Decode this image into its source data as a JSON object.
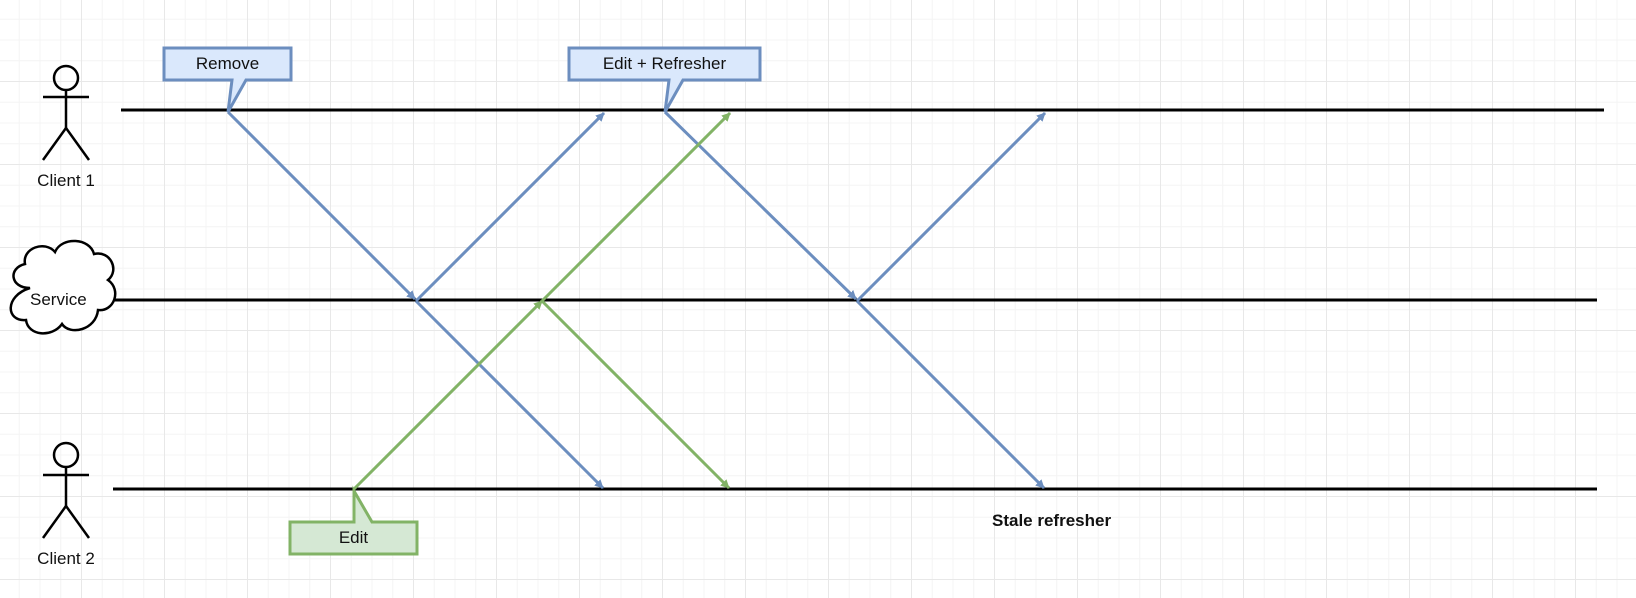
{
  "actors": {
    "client1": "Client 1",
    "service": "Service",
    "client2": "Client 2"
  },
  "callouts": {
    "remove": "Remove",
    "edit_refresher": "Edit + Refresher",
    "edit": "Edit"
  },
  "annotations": {
    "stale_refresher": "Stale refresher"
  },
  "colors": {
    "blue_stroke": "#6c8ebf",
    "blue_fill": "#dae8fc",
    "green_stroke": "#82b366",
    "green_fill": "#d5e8d4",
    "timeline": "#000000"
  }
}
